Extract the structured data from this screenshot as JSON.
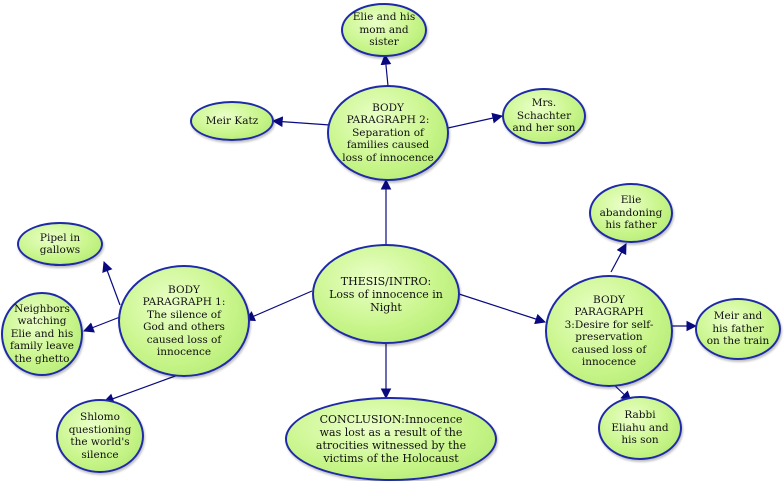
{
  "nodes": {
    "thesis": "THESIS/INTRO:\nLoss of innocence in\nNight",
    "body2": "BODY\nPARAGRAPH 2:\nSeparation of\nfamilies caused\nloss of innocence",
    "body1": "BODY\nPARAGRAPH 1:\nThe silence of\nGod and others\ncaused loss of\ninnocence",
    "body3": "BODY\nPARAGRAPH\n3:Desire for self-\npreservation\ncaused loss of\ninnocence",
    "conclusion": "CONCLUSION:Innocence\nwas lost as a result of the\natrocities witnessed by the\nvictims of the Holocaust",
    "elie_mom_sister": "Elie and his\nmom and\nsister",
    "meir_katz": "Meir Katz",
    "mrs_schachter": "Mrs.\nSchachter\nand her son",
    "pipel": "Pipel in\ngallows",
    "neighbors": "Neighbors\nwatching\nElie and his\nfamily leave\nthe ghetto",
    "shlomo": "Shlomo\nquestioning\nthe world's\nsilence",
    "elie_abandoning": "Elie\nabandoning\nhis father",
    "meir_father": "Meir and\nhis father\non the train",
    "rabbi": "Rabbi\nEliahu and\nhis son"
  },
  "colors": {
    "node_fill": "#c8f58a",
    "node_border": "#1f2aa8",
    "arrow": "#0a0a80"
  }
}
